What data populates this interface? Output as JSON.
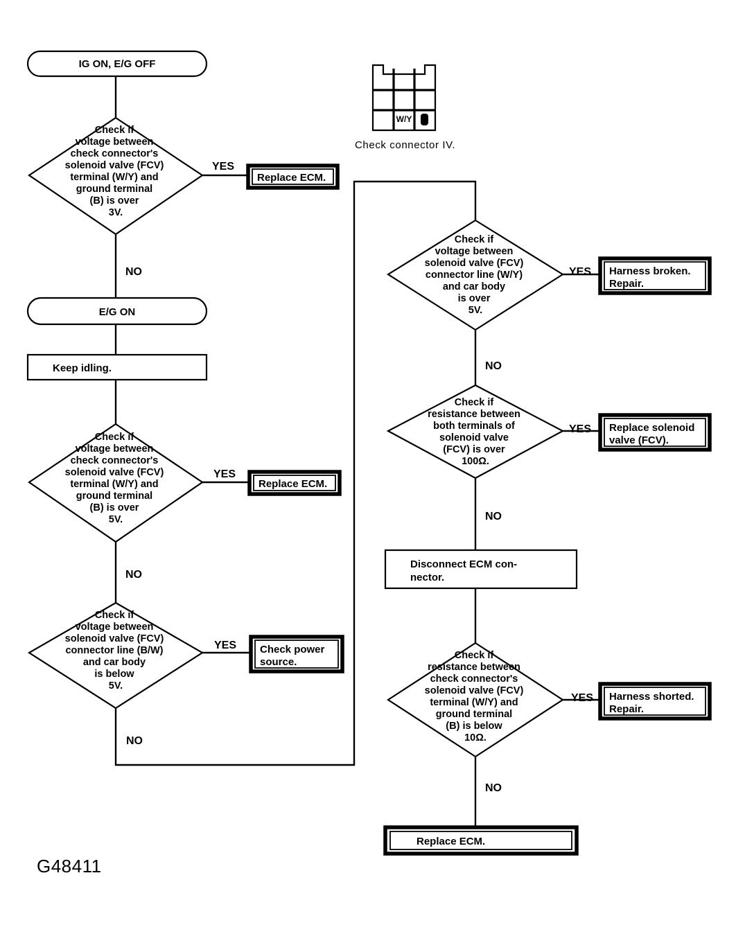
{
  "figure": {
    "id_label": "G48411",
    "connector_caption": "Check connector IV.",
    "connector_pins": {
      "signal": "W/Y",
      "ground": "B"
    }
  },
  "branch_labels": {
    "yes": "YES",
    "no": "NO"
  },
  "nodes": {
    "start": {
      "type": "terminator",
      "text": "IG ON, E/G OFF"
    },
    "d1": {
      "type": "decision",
      "lines": [
        "Check if",
        "voltage between",
        "check connector's",
        "solenoid valve (FCV)",
        "terminal (W/Y) and",
        "ground terminal",
        "(B) is over",
        "3V."
      ]
    },
    "r1": {
      "type": "result",
      "lines": [
        "Replace ECM."
      ]
    },
    "eg_on": {
      "type": "terminator",
      "text": "E/G ON"
    },
    "keep_idling": {
      "type": "process",
      "lines": [
        "Keep idling."
      ]
    },
    "d2": {
      "type": "decision",
      "lines": [
        "Check if",
        "voltage between",
        "check connector's",
        "solenoid valve (FCV)",
        "terminal (W/Y) and",
        "ground terminal",
        "(B) is over",
        "5V."
      ]
    },
    "r2": {
      "type": "result",
      "lines": [
        "Replace ECM."
      ]
    },
    "d3": {
      "type": "decision",
      "lines": [
        "Check if",
        "voltage between",
        "solenoid valve (FCV)",
        "connector line (B/W)",
        "and car body",
        "is below",
        "5V."
      ]
    },
    "r3": {
      "type": "result",
      "lines": [
        "Check power",
        "source."
      ]
    },
    "d4": {
      "type": "decision",
      "lines": [
        "Check if",
        "voltage between",
        "solenoid valve (FCV)",
        "connector line (W/Y)",
        "and car body",
        "is over",
        "5V."
      ]
    },
    "r4": {
      "type": "result",
      "lines": [
        "Harness broken.",
        "Repair."
      ]
    },
    "d5": {
      "type": "decision",
      "lines": [
        "Check if",
        "resistance between",
        "both terminals of",
        "solenoid valve",
        "(FCV) is over",
        "100Ω."
      ]
    },
    "r5": {
      "type": "result",
      "lines": [
        "Replace solenoid",
        "valve (FCV)."
      ]
    },
    "disconnect": {
      "type": "process",
      "lines": [
        "Disconnect ECM con-",
        "nector."
      ]
    },
    "d6": {
      "type": "decision",
      "lines": [
        "Check if",
        "resistance between",
        "check connector's",
        "solenoid valve (FCV)",
        "terminal (W/Y) and",
        "ground terminal",
        "(B) is below",
        "10Ω."
      ]
    },
    "r6": {
      "type": "result",
      "lines": [
        "Harness shorted.",
        "Repair."
      ]
    },
    "r7": {
      "type": "result",
      "lines": [
        "Replace ECM."
      ]
    }
  },
  "chart_data": {
    "type": "diagram",
    "title": "FCV solenoid valve diagnostic flowchart",
    "diagram_kind": "flowchart",
    "edges": [
      {
        "from": "start",
        "to": "d1",
        "label": ""
      },
      {
        "from": "d1",
        "to": "r1",
        "label": "YES"
      },
      {
        "from": "d1",
        "to": "eg_on",
        "label": "NO"
      },
      {
        "from": "eg_on",
        "to": "keep_idling",
        "label": ""
      },
      {
        "from": "keep_idling",
        "to": "d2",
        "label": ""
      },
      {
        "from": "d2",
        "to": "r2",
        "label": "YES"
      },
      {
        "from": "d2",
        "to": "d3",
        "label": "NO"
      },
      {
        "from": "d3",
        "to": "r3",
        "label": "YES"
      },
      {
        "from": "d3",
        "to": "d4",
        "label": "NO"
      },
      {
        "from": "d4",
        "to": "r4",
        "label": "YES"
      },
      {
        "from": "d4",
        "to": "d5",
        "label": "NO"
      },
      {
        "from": "d5",
        "to": "r5",
        "label": "YES"
      },
      {
        "from": "d5",
        "to": "disconnect",
        "label": "NO"
      },
      {
        "from": "disconnect",
        "to": "d6",
        "label": ""
      },
      {
        "from": "d6",
        "to": "r6",
        "label": "YES"
      },
      {
        "from": "d6",
        "to": "r7",
        "label": "NO"
      }
    ]
  }
}
